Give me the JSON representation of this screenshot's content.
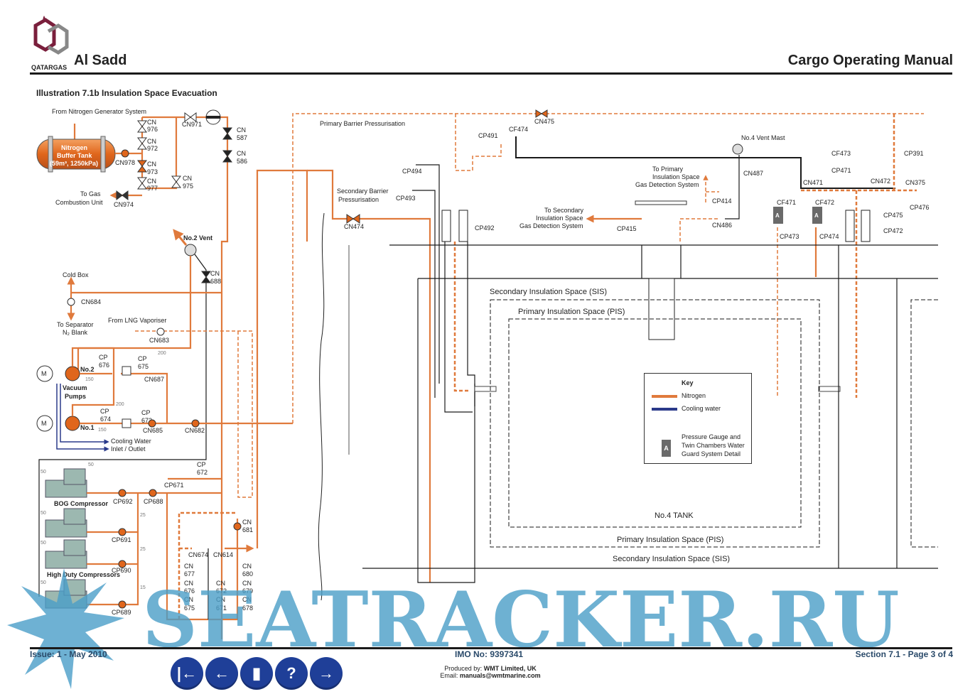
{
  "header": {
    "logo_text": "QATARGAS",
    "vessel_name": "Al Sadd",
    "manual_title": "Cargo Operating Manual"
  },
  "illustration_title": "Illustration 7.1b Insulation Space Evacuation",
  "diagram": {
    "nitrogen_source": "From Nitrogen Generator System",
    "buffer_tank": {
      "line1": "Nitrogen",
      "line2": "Buffer Tank",
      "line3": "(59m³, 1250kPa)"
    },
    "to_gcu": "To Gas Combustion Unit",
    "no2_vent": "No.2 Vent",
    "cold_box": "Cold Box",
    "to_separator": "To Separator N₂ Blank",
    "from_lng_vaporiser": "From LNG Vaporiser",
    "vacuum_pumps": "Vacuum Pumps",
    "pump_no2": "No.2",
    "pump_no1": "No.1",
    "motor": "M",
    "cooling_water": "Cooling Water Inlet / Outlet",
    "bog_compressor": "BOG Compressor",
    "hd_compressors": "High Duty Compressors",
    "hd_no1": "No.1",
    "primary_barrier": "Primary Barrier Pressurisation",
    "secondary_barrier": "Secondary Barrier Pressurisation",
    "vent_mast": "No.4 Vent Mast",
    "to_pis_gds": "To Primary Insulation Space Gas Detection System",
    "to_sis_gds": "To Secondary Insulation Space Gas Detection System",
    "sis_top": "Secondary Insulation Space (SIS)",
    "pis_top": "Primary Insulation Space (PIS)",
    "tank": "No.4 TANK",
    "pis_bottom": "Primary Insulation Space (PIS)",
    "sis_bottom": "Secondary Insulation Space (SIS)",
    "pipe_sizes": [
      "200",
      "150",
      "200",
      "150",
      "50",
      "50",
      "50",
      "50",
      "50",
      "25",
      "25",
      "15"
    ],
    "valves": {
      "cn976": "CN 976",
      "cn972": "CN 972",
      "cn978": "CN978",
      "cn973": "CN 973",
      "cn977": "CN 977",
      "cn974": "CN974",
      "cn975": "CN 975",
      "cn971": "CN971",
      "cn587": "CN 587",
      "cn586": "CN 586",
      "cn688": "CN 688",
      "cn684": "CN684",
      "cn683": "CN683",
      "cp676": "CP 676",
      "cp675": "CP 675",
      "cn687": "CN687",
      "cp674": "CP 674",
      "cp673": "CP 673",
      "cn685": "CN685",
      "cn682": "CN682",
      "cp672": "CP 672",
      "cp671": "CP671",
      "cp692": "CP692",
      "cp688": "CP688",
      "cp691": "CP691",
      "cp690": "CP690",
      "cp689": "CP689",
      "cn681": "CN 681",
      "cn674": "CN674",
      "cn614": "CN614",
      "cn677": "CN 677",
      "cn680": "CN 680",
      "cn676": "CN 676",
      "cn672": "CN 672",
      "cn679": "CN 679",
      "cn675": "CN 675",
      "cn671": "CN 671",
      "cn678": "CN 678",
      "cn474": "CN474",
      "cp494": "CP494",
      "cp493": "CP493",
      "cp492": "CP492",
      "cp491": "CP491",
      "cf474": "CF474",
      "cn475": "CN475",
      "cn487": "CN487",
      "cp414": "CP414",
      "cn486": "CN486",
      "cp415": "CP415",
      "cf473": "CF473",
      "cp471": "CP471",
      "cn471": "CN471",
      "cn472": "CN472",
      "cn375": "CN375",
      "cp391": "CP391",
      "cp476": "CP476",
      "cp475": "CP475",
      "cp472": "CP472",
      "cf471": "CF471",
      "cf472": "CF472",
      "cp473": "CP473",
      "cp474": "CP474"
    }
  },
  "key": {
    "title": "Key",
    "nitrogen": "Nitrogen",
    "cooling_water": "Cooling water",
    "detail_badge": "A",
    "detail_line1": "Pressure Gauge and",
    "detail_line2": "Twin Chambers Water",
    "detail_line3": "Guard System Detail",
    "nitrogen_color": "#e07a3c",
    "cooling_color": "#2a3a8a"
  },
  "footer": {
    "issue": "Issue: 1  -  May 2010",
    "imo": "IMO No: 9397341",
    "produced_by_label": "Produced by:",
    "produced_by": "WMT Limited, UK",
    "email_label": "Email:",
    "email": "manuals@wmtmarine.com",
    "section": "Section 7.1 - Page 3 of 4"
  },
  "nav": {
    "first": "|←",
    "prev": "←",
    "bookmark": "▮",
    "help": "?",
    "next": "→"
  },
  "watermark": "SEATRACKER.RU"
}
